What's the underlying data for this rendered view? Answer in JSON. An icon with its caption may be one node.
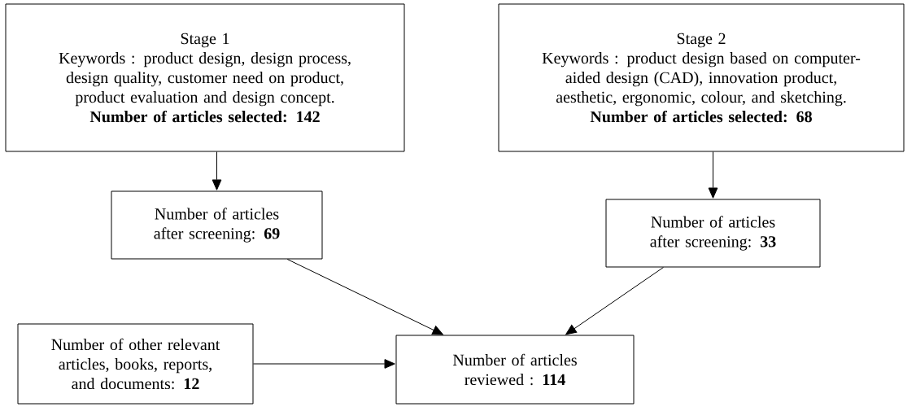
{
  "diagram": {
    "nodes": [
      {
        "text": [
          "Stage 1",
          "Keywords : product design,  design process, design quality, customer need on product, product evaluation and design concept.",
          "Number of articles selected: 142"
        ]
      },
      {
        "text": [
          "Stage 2",
          "Keywords : product design based on computer-aided design (CAD),  innovation product, aesthetic, ergonomic, colour, and sketching.",
          "Number of articles selected: 68"
        ]
      },
      {
        "text": [
          "Number of articles after screening: **69**"
        ]
      },
      {
        "text": [
          "Number of articles after screening: **33**"
        ]
      },
      {
        "text": [
          "Number of other relevant articles, books, reports, and documents: **12**"
        ]
      },
      {
        "text": [
          "Number of articles reviewed : **114**"
        ]
      }
    ],
    "edges": [
      {
        "from": 0,
        "to": 2,
        "arrow": "to"
      },
      {
        "from": 1,
        "to": 3,
        "arrow": "to"
      },
      {
        "from": 2,
        "to": 5,
        "arrow": "to"
      },
      {
        "from": 3,
        "to": 5,
        "arrow": "to"
      },
      {
        "from": 4,
        "to": 5,
        "arrow": "to"
      }
    ]
  }
}
